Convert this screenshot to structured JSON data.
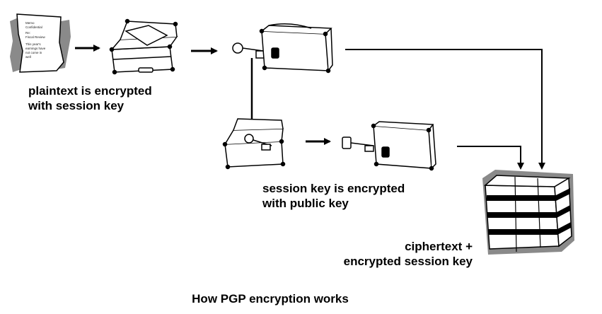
{
  "labels": {
    "plaintext_line1": "plaintext is encrypted",
    "plaintext_line2": "with session key",
    "session_line1": "session key is encrypted",
    "session_line2": "with public key",
    "cipher_line1": "ciphertext +",
    "cipher_line2": "encrypted session key"
  },
  "document_text": [
    "Memo",
    "Confidential",
    "Re:",
    "Fiscal Review",
    "This year's",
    "earnings have",
    "not come in",
    "well"
  ],
  "caption": "How PGP encryption works",
  "colors": {
    "ink": "#000000",
    "shadow": "#8a8a8a",
    "paper": "#ffffff"
  }
}
